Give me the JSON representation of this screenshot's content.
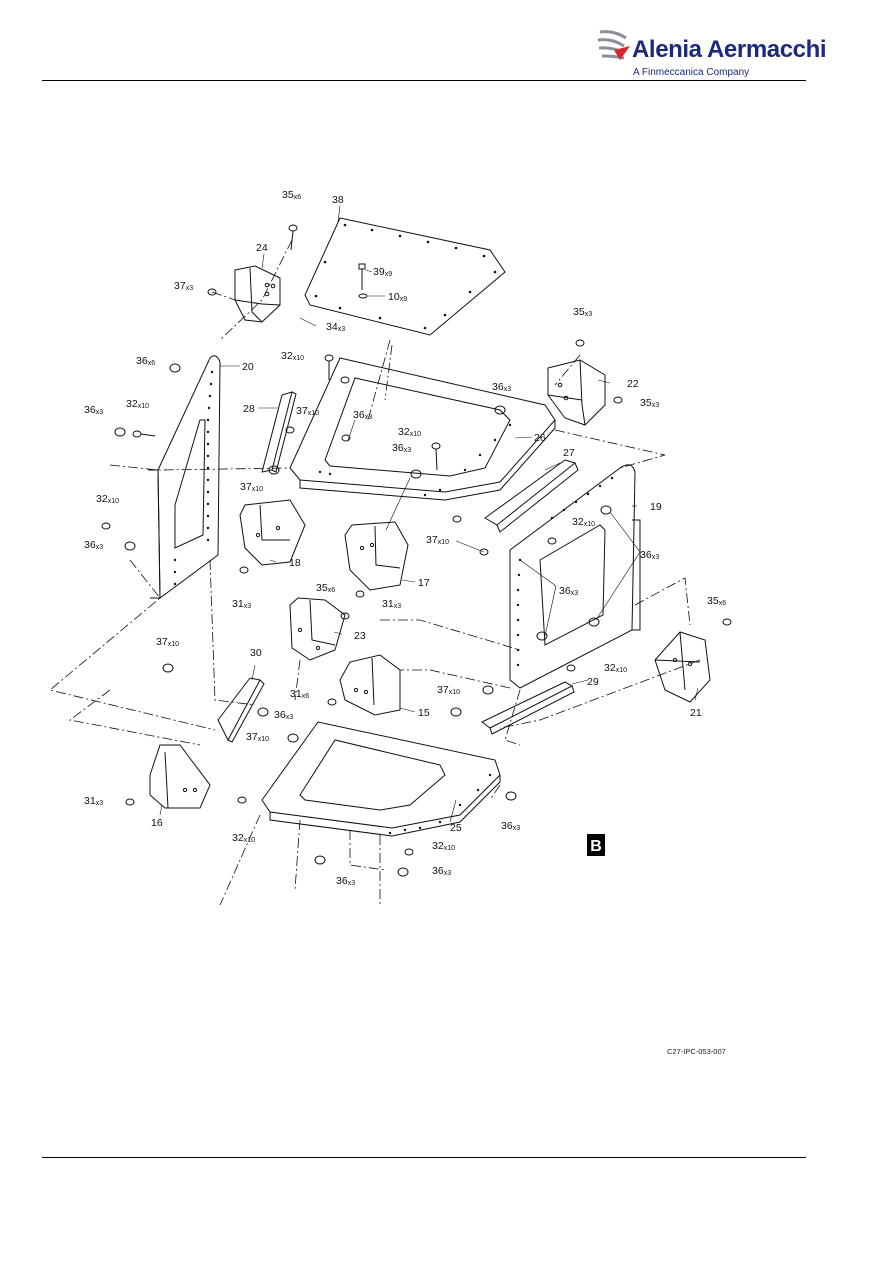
{
  "header": {
    "brand_name": "Alenia Aermacchi",
    "brand_tagline": "A Finmeccanica Company",
    "brand_color": "#1b2a7a",
    "accent_color": "#d8262e"
  },
  "view_label": "B",
  "figure_reference": "C27-IPC-053-007",
  "callouts": [
    {
      "id": "c35a",
      "num": "35",
      "qty": "x6"
    },
    {
      "id": "c38",
      "num": "38",
      "qty": ""
    },
    {
      "id": "c24",
      "num": "24",
      "qty": ""
    },
    {
      "id": "c39",
      "num": "39",
      "qty": "x9"
    },
    {
      "id": "c10",
      "num": "10",
      "qty": "x9"
    },
    {
      "id": "c37a",
      "num": "37",
      "qty": "x3"
    },
    {
      "id": "c34",
      "num": "34",
      "qty": "x3"
    },
    {
      "id": "c35b",
      "num": "35",
      "qty": "x3"
    },
    {
      "id": "c36a",
      "num": "36",
      "qty": "x6"
    },
    {
      "id": "c20",
      "num": "20",
      "qty": ""
    },
    {
      "id": "c32a",
      "num": "32",
      "qty": "x10"
    },
    {
      "id": "c22",
      "num": "22",
      "qty": ""
    },
    {
      "id": "c36b",
      "num": "36",
      "qty": "x3"
    },
    {
      "id": "c35c",
      "num": "35",
      "qty": "x3"
    },
    {
      "id": "c28",
      "num": "28",
      "qty": ""
    },
    {
      "id": "c37b",
      "num": "37",
      "qty": "x10"
    },
    {
      "id": "c36c",
      "num": "36",
      "qty": "x3"
    },
    {
      "id": "c36d",
      "num": "36",
      "qty": "x3"
    },
    {
      "id": "c32b",
      "num": "32",
      "qty": "x10"
    },
    {
      "id": "c32c",
      "num": "32",
      "qty": "x10"
    },
    {
      "id": "c26",
      "num": "26",
      "qty": ""
    },
    {
      "id": "c36e",
      "num": "36",
      "qty": "x3"
    },
    {
      "id": "c27",
      "num": "27",
      "qty": ""
    },
    {
      "id": "c37c",
      "num": "37",
      "qty": "x10"
    },
    {
      "id": "c32d",
      "num": "32",
      "qty": "x10"
    },
    {
      "id": "c19",
      "num": "19",
      "qty": ""
    },
    {
      "id": "c32e",
      "num": "32",
      "qty": "x10"
    },
    {
      "id": "c37d",
      "num": "37",
      "qty": "x10"
    },
    {
      "id": "c36f",
      "num": "36",
      "qty": "x3"
    },
    {
      "id": "c18",
      "num": "18",
      "qty": ""
    },
    {
      "id": "c17",
      "num": "17",
      "qty": ""
    },
    {
      "id": "c31a",
      "num": "31",
      "qty": "x3"
    },
    {
      "id": "c31b",
      "num": "31",
      "qty": "x3"
    },
    {
      "id": "c36g",
      "num": "36",
      "qty": "x3"
    },
    {
      "id": "c36h",
      "num": "36",
      "qty": "x3"
    },
    {
      "id": "c35d",
      "num": "35",
      "qty": "x6"
    },
    {
      "id": "c23",
      "num": "23",
      "qty": ""
    },
    {
      "id": "c35e",
      "num": "35",
      "qty": "x6"
    },
    {
      "id": "c37e",
      "num": "37",
      "qty": "x10"
    },
    {
      "id": "c30",
      "num": "30",
      "qty": ""
    },
    {
      "id": "c32f",
      "num": "32",
      "qty": "x10"
    },
    {
      "id": "c31c",
      "num": "31",
      "qty": "x6"
    },
    {
      "id": "c15",
      "num": "15",
      "qty": ""
    },
    {
      "id": "c37f",
      "num": "37",
      "qty": "x10"
    },
    {
      "id": "c29",
      "num": "29",
      "qty": ""
    },
    {
      "id": "c21",
      "num": "21",
      "qty": ""
    },
    {
      "id": "c36i",
      "num": "36",
      "qty": "x3"
    },
    {
      "id": "c37g",
      "num": "37",
      "qty": "x10"
    },
    {
      "id": "c31d",
      "num": "31",
      "qty": "x3"
    },
    {
      "id": "c16",
      "num": "16",
      "qty": ""
    },
    {
      "id": "c32g",
      "num": "32",
      "qty": "x10"
    },
    {
      "id": "c25",
      "num": "25",
      "qty": ""
    },
    {
      "id": "c36j",
      "num": "36",
      "qty": "x3"
    },
    {
      "id": "c32h",
      "num": "32",
      "qty": "x10"
    },
    {
      "id": "c36k",
      "num": "36",
      "qty": "x3"
    },
    {
      "id": "c36l",
      "num": "36",
      "qty": "x3"
    }
  ]
}
